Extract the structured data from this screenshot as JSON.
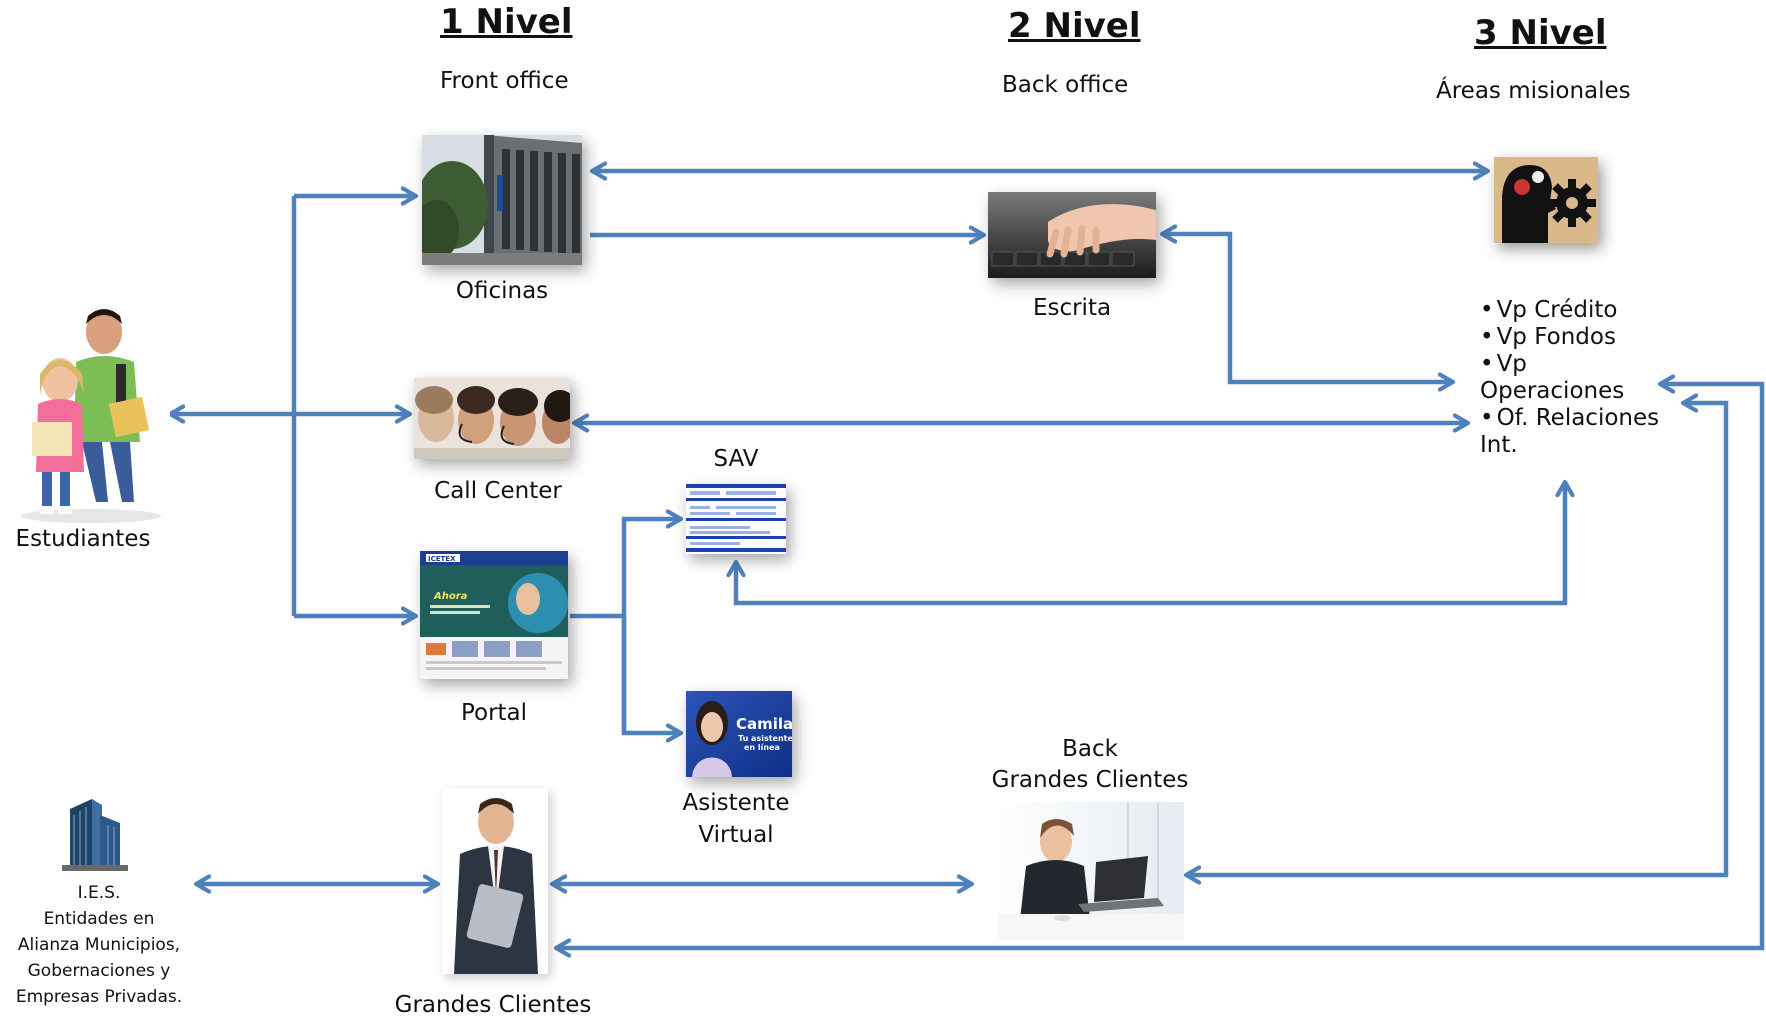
{
  "levels": [
    {
      "title": "1 Nivel",
      "subtitle": "Front office"
    },
    {
      "title": "2 Nivel",
      "subtitle": "Back office"
    },
    {
      "title": "3 Nivel",
      "subtitle": "Áreas misionales"
    }
  ],
  "nodes": {
    "oficinas": "Oficinas",
    "escrita": "Escrita",
    "call_center": "Call Center",
    "sav": "SAV",
    "portal": "Portal",
    "asistente_line1": "Asistente",
    "asistente_line2": "Virtual",
    "estudiantes": "Estudiantes",
    "back_gc_line1": "Back",
    "back_gc_line2": "Grandes Clientes",
    "grandes_clientes": "Grandes Clientes"
  },
  "ies_lines": [
    "I.E.S.",
    "Entidades en",
    "Alianza Municipios,",
    "Gobernaciones y",
    "Empresas Privadas."
  ],
  "areas": [
    "Vp Crédito",
    "Vp Fondos",
    "Vp Operaciones",
    "Of. Relaciones Int."
  ],
  "camila": {
    "name": "Camila",
    "tagline_1": "Tu asistente",
    "tagline_2": "en línea"
  },
  "portal_screen": {
    "brand": "ICETEX",
    "headline": "Ahora"
  },
  "colors": {
    "arrow": "#4f81bd",
    "text": "#111111"
  },
  "icons": [
    "building-photo",
    "typing-hands-photo",
    "call-center-photo",
    "web-form-photo",
    "website-photo",
    "virtual-assistant-photo",
    "students-photo",
    "skyscraper-photo",
    "businessman-photo",
    "businesswoman-laptop-photo",
    "gear-head-icon"
  ]
}
